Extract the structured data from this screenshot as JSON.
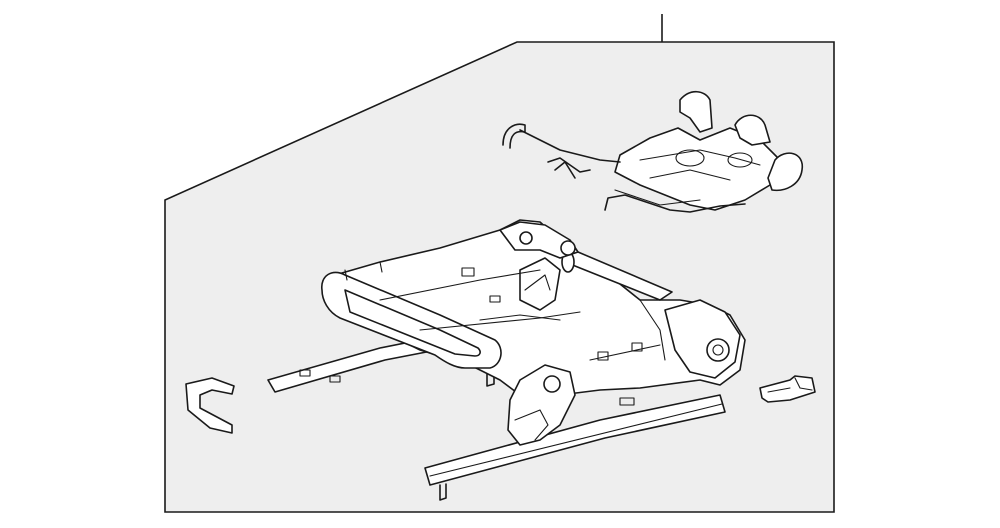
{
  "diagram": {
    "type": "exploded-parts-illustration",
    "colors": {
      "panel": "#eeeeee",
      "line": "#1a1a1a",
      "background": "#ffffff"
    },
    "parts": [
      "wire-harness",
      "seat-frame-base",
      "left-bracket",
      "right-clip"
    ]
  }
}
